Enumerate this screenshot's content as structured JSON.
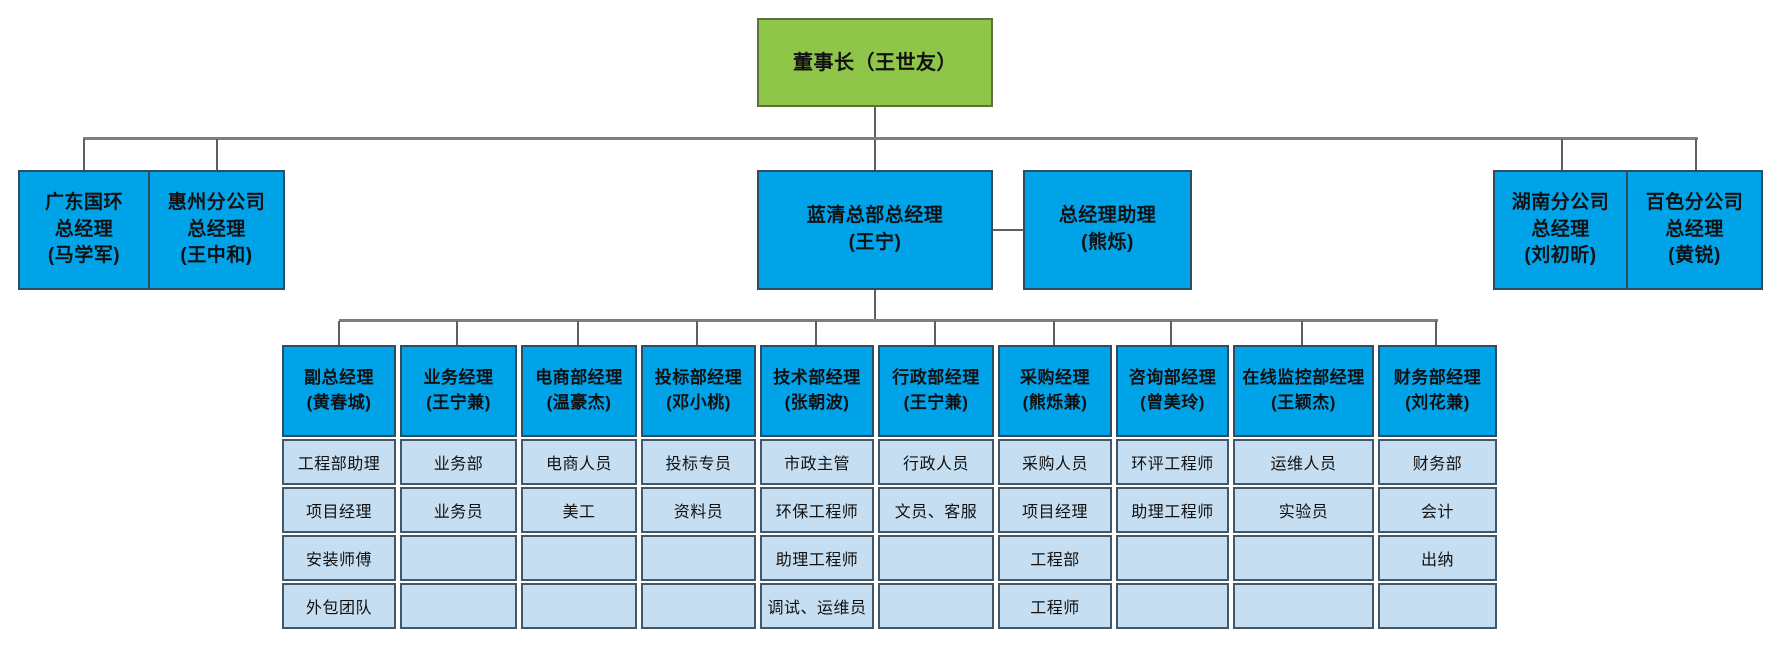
{
  "chairman": {
    "label": "董事长（王世友）"
  },
  "branches": [
    {
      "label": "广东国环\n总经理\n(马学军)"
    },
    {
      "label": "惠州分公司\n总经理\n(王中和)"
    },
    {
      "label": "蓝清总部总经理\n(王宁)"
    },
    {
      "label": "总经理助理\n(熊烁)"
    },
    {
      "label": "湖南分公司\n总经理\n(刘初昕)"
    },
    {
      "label": "百色分公司\n总经理\n(黄锐)"
    }
  ],
  "departments": [
    {
      "head": "副总经理\n(黄春城)",
      "rows": [
        "工程部助理",
        "项目经理",
        "安装师傅",
        "外包团队"
      ]
    },
    {
      "head": "业务经理\n(王宁兼)",
      "rows": [
        "业务部",
        "业务员",
        "",
        ""
      ]
    },
    {
      "head": "电商部经理\n(温豪杰)",
      "rows": [
        "电商人员",
        "美工",
        "",
        ""
      ]
    },
    {
      "head": "投标部经理\n(邓小桃)",
      "rows": [
        "投标专员",
        "资料员",
        "",
        ""
      ]
    },
    {
      "head": "技术部经理\n(张朝波)",
      "rows": [
        "市政主管",
        "环保工程师",
        "助理工程师",
        "调试、运维员"
      ]
    },
    {
      "head": "行政部经理\n(王宁兼)",
      "rows": [
        "行政人员",
        "文员、客服",
        "",
        ""
      ]
    },
    {
      "head": "采购经理\n(熊烁兼)",
      "rows": [
        "采购人员",
        "项目经理",
        "工程部",
        "工程师"
      ]
    },
    {
      "head": "咨询部经理\n(曾美玲)",
      "rows": [
        "环评工程师",
        "助理工程师",
        "",
        ""
      ]
    },
    {
      "head": "在线监控部经理\n(王颖杰)",
      "rows": [
        "运维人员",
        "实验员",
        "",
        ""
      ]
    },
    {
      "head": "财务部经理\n(刘花兼)",
      "rows": [
        "财务部",
        "会计",
        "出纳",
        ""
      ]
    }
  ],
  "colors": {
    "chairman_fill": "#8FC64A",
    "node_fill": "#00A2E8",
    "cell_fill": "#C5DEF1",
    "connector": "#7f7f7f"
  }
}
